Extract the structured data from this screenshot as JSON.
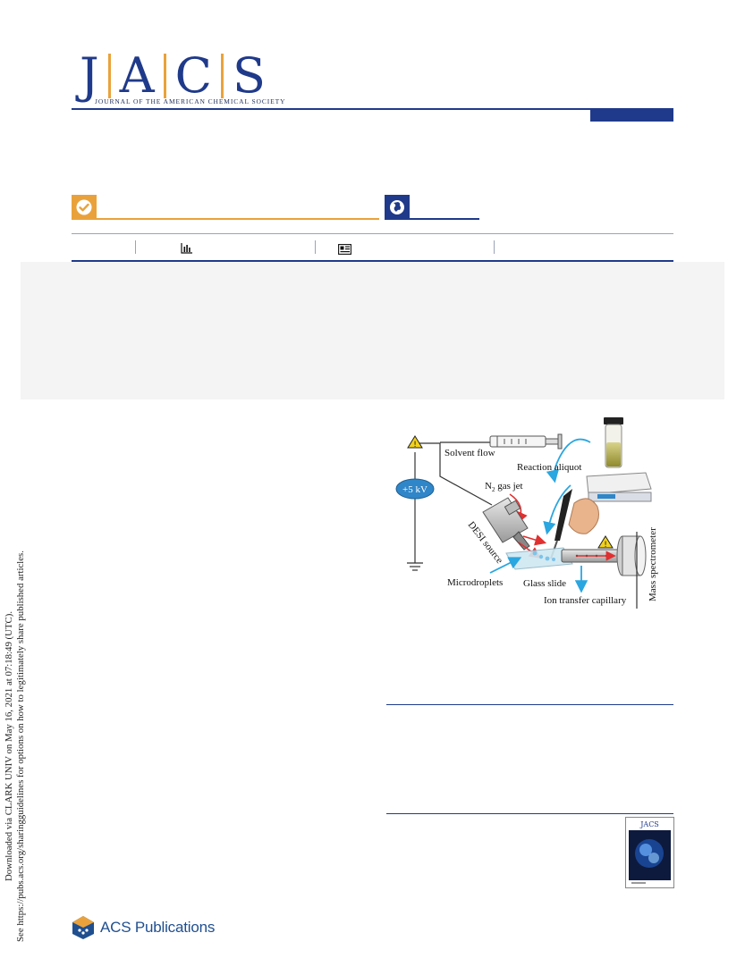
{
  "masthead": {
    "letters": [
      "J",
      "A",
      "C",
      "S"
    ],
    "journal_name": "JOURNAL OF THE AMERICAN CHEMICAL SOCIETY"
  },
  "side_stamp": {
    "line1": "Downloaded via CLARK UNIV on May 16, 2021 at 07:18:49 (UTC).",
    "line2": "See https://pubs.acs.org/sharingguidelines for options on how to legitimately share published articles."
  },
  "figure": {
    "labels": {
      "solvent_flow": "Solvent flow",
      "reaction_aliquot": "Reaction aliquot",
      "voltage": "+5 kV",
      "n2_jet_prefix": "N",
      "n2_jet_sub": "2",
      "n2_jet_suffix": " gas jet",
      "desi_source": "DESI source",
      "microdroplets": "Microdroplets",
      "glass_slide": "Glass slide",
      "ion_transfer": "Ion transfer capillary",
      "mass_spec": "Mass spectrometer"
    }
  },
  "cover": {
    "title": "JACS"
  },
  "footer": {
    "publisher": "ACS Publications"
  },
  "colors": {
    "navy": "#1f3a8a",
    "gold": "#e9a23b",
    "band": "#f4f4f4"
  }
}
